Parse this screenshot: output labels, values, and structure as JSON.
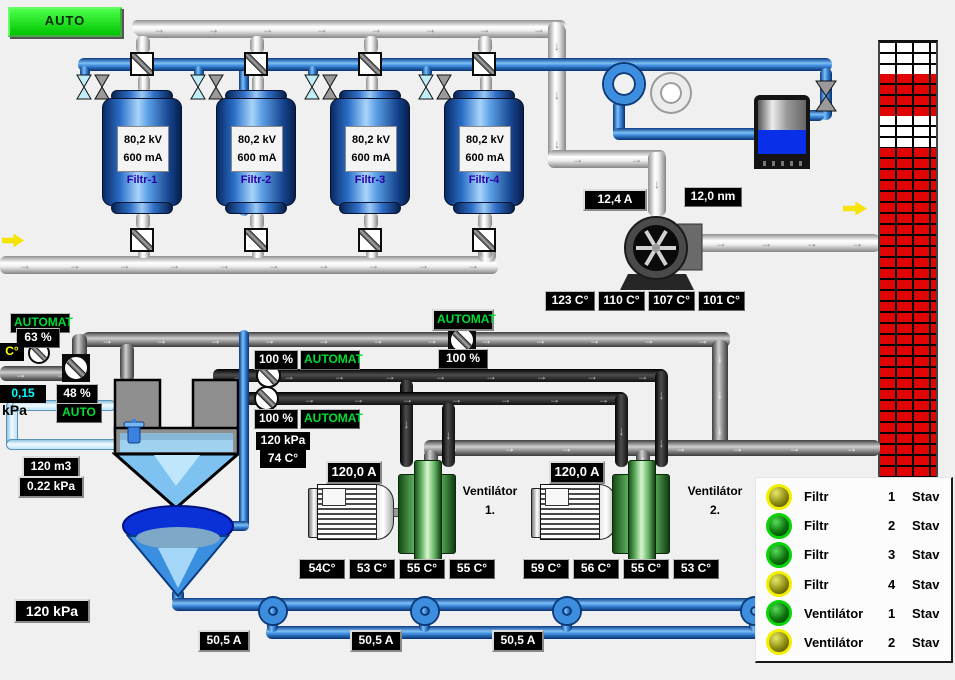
{
  "app": {
    "mode_button": "AUTO"
  },
  "filters": [
    {
      "kv": "80,2 kV",
      "ma": "600 mA",
      "name": "Filtr-1"
    },
    {
      "kv": "80,2 kV",
      "ma": "600 mA",
      "name": "Filtr-2"
    },
    {
      "kv": "80,2 kV",
      "ma": "600 mA",
      "name": "Filtr-3"
    },
    {
      "kv": "80,2 kV",
      "ma": "600 mA",
      "name": "Filtr-4"
    }
  ],
  "fan": {
    "current": "12,4 A",
    "flow": "12,0 nm",
    "temps": [
      "123 C°",
      "110 C°",
      "107 C°",
      "101 C°"
    ]
  },
  "left": {
    "automat": "AUTOMAT",
    "pct": "63 %",
    "temp_cut": "C°",
    "pct2": "48 %",
    "auto": "AUTO",
    "val": "0,15",
    "unit": "kPa"
  },
  "mid": {
    "automat_top": "AUTOMAT",
    "pct_top": "100 %",
    "pct1": "100 %",
    "automat1": "AUTOMAT",
    "pct2": "100 %",
    "automat2": "AUTOMAT",
    "pressure": "120 kPa",
    "temp": "74 C°"
  },
  "tank": {
    "volume": "120 m3",
    "pressure": "0.22 kPa"
  },
  "bottom": {
    "pressure": "120 kPa",
    "pump_currents": [
      "50,5 A",
      "50,5 A",
      "50,5 A"
    ]
  },
  "ventilators": [
    {
      "current": "120,0 A",
      "name": "Ventilátor",
      "num": "1.",
      "temps": [
        "54C°",
        "53 C°",
        "55 C°",
        "55 C°"
      ]
    },
    {
      "current": "120,0 A",
      "name": "Ventilátor",
      "num": "2.",
      "temps": [
        "59 C°",
        "56 C°",
        "55 C°",
        "53 C°"
      ]
    }
  ],
  "status_panel": {
    "rows": [
      {
        "label": "Filtr",
        "num": "1",
        "stav": "Stav",
        "state": "yellow"
      },
      {
        "label": "Filtr",
        "num": "2",
        "stav": "Stav",
        "state": "green"
      },
      {
        "label": "Filtr",
        "num": "3",
        "stav": "Stav",
        "state": "green"
      },
      {
        "label": "Filtr",
        "num": "4",
        "stav": "Stav",
        "state": "yellow"
      },
      {
        "label": "Ventilátor",
        "num": "1",
        "stav": "Stav",
        "state": "green"
      },
      {
        "label": "Ventilátor",
        "num": "2",
        "stav": "Stav",
        "state": "yellow"
      }
    ]
  },
  "colors": {
    "led_yellow": "#f2ef00",
    "led_green": "#08d408",
    "brick_red": "#e00505",
    "pipe_blue": "#3d8ede",
    "button_green": "#00c400"
  }
}
